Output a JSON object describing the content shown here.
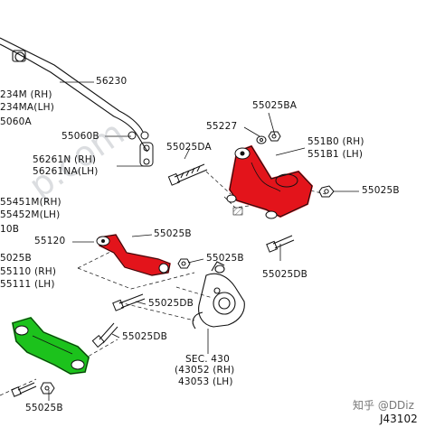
{
  "colors": {
    "line": "#111111",
    "highlight_red": "#e3141b",
    "highlight_green": "#1cc21c",
    "watermark": "#9aa1a8"
  },
  "labels": {
    "p56230": "56230",
    "p55060b": "55060B",
    "p55227": "55227",
    "p55025ba": "55025BA",
    "p55025da": "55025DA",
    "p551b0": "551B0 (RH)",
    "p551b1": "551B1 (LH)",
    "p55025b_right": "55025B",
    "p56261n": "56261N  (RH)",
    "p56261na": "56261NA(LH)",
    "p55451m": "55451M(RH)",
    "p55452m": "55452M(LH)",
    "p10b": "10B",
    "p55120": "55120",
    "p55025b_mid": "55025B",
    "p55025b_mid2": "55025B",
    "p55025db_right": "55025DB",
    "p55110": "55110 (RH)",
    "p55111": "55111 (LH)",
    "p55025db_mid": "55025DB",
    "p55025db_low": "55025DB",
    "sec430": "SEC. 430",
    "p43052": "(43052 (RH)",
    "p43053": "43053 (LH)",
    "p55025b_bottom": "55025B",
    "p234m": "234M  (RH)",
    "p234ma": "234MA(LH)",
    "p5060a": "5060A",
    "p5025b_left": "5025B"
  },
  "watermark": {
    "zhihu": "知乎 @DDiz",
    "pcom": "p.com"
  },
  "diagram_ref": "J43102"
}
